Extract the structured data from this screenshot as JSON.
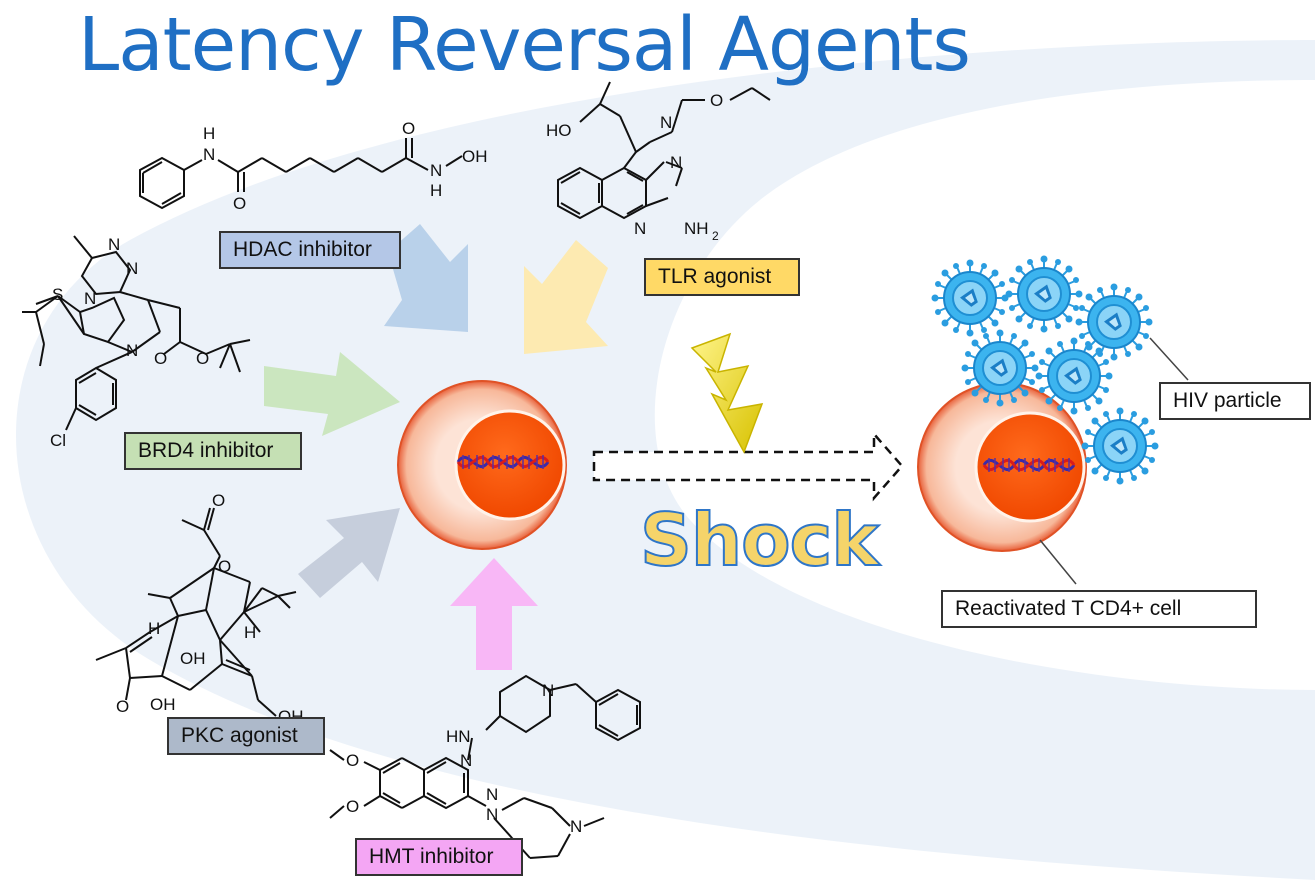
{
  "title": "Latency Reversal Agents",
  "agents": {
    "hdac": "HDAC inhibitor",
    "tlr": "TLR agonist",
    "brd4": "BRD4 inhibitor",
    "pkc": "PKC agonist",
    "hmt": "HMT inhibitor"
  },
  "shock_label": "Shock",
  "hiv_label": "HIV particle",
  "reactivated_label": "Reactivated T CD4+ cell",
  "atoms": {
    "hdac_nh": "H",
    "hdac_n": "N",
    "hdac_o1": "O",
    "hdac_o2": "O",
    "hdac_n2": "N",
    "hdac_h2": "H",
    "hdac_oh": "OH",
    "tlr_ho": "HO",
    "tlr_n1": "N",
    "tlr_n2": "N",
    "tlr_n3": "N",
    "tlr_o": "O",
    "tlr_nh2": "NH",
    "brd_n1": "N",
    "brd_n2": "N",
    "brd_n3": "N",
    "brd_n4": "N",
    "brd_s": "S",
    "brd_o1": "O",
    "brd_o2": "O",
    "brd_cl": "Cl",
    "pkc_o1": "O",
    "pkc_o2": "O",
    "pkc_h1": "H",
    "pkc_h2": "H",
    "pkc_oh1": "OH",
    "pkc_oh2": "OH",
    "pkc_oh3": "OH",
    "pkc_o3": "O",
    "hmt_n1": "N",
    "hmt_hn": "HN",
    "hmt_n2": "N",
    "hmt_n3": "N",
    "hmt_n4": "N",
    "hmt_n5": "N",
    "hmt_o1": "O",
    "hmt_o2": "O"
  },
  "colors": {
    "title": "#1f6fc4",
    "hdac_box": "#b4c7e7",
    "tlr_box": "#ffd966",
    "brd4_box": "#c5e0b4",
    "pkc_box": "#adb9ca",
    "hmt_box": "#f4a6f4",
    "cell_outer": "#fbd3bf",
    "nucleus": "#ff5a0a",
    "virus": "#29a3e6"
  }
}
